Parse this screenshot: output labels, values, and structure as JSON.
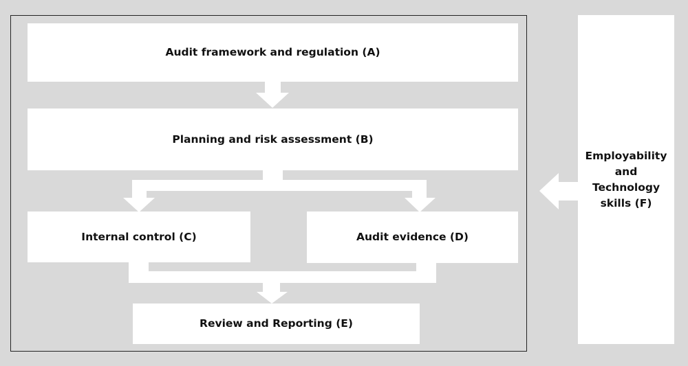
{
  "boxes": {
    "a": "Audit framework and regulation (A)",
    "b": "Planning and risk assessment (B)",
    "c": "Internal control (C)",
    "d": "Audit evidence (D)",
    "e": "Review and Reporting (E)",
    "f": [
      "Employability",
      "and",
      "Technology",
      "skills (F)"
    ]
  },
  "colors": {
    "background": "#d9d9d9",
    "box": "#ffffff",
    "text": "#111111"
  }
}
